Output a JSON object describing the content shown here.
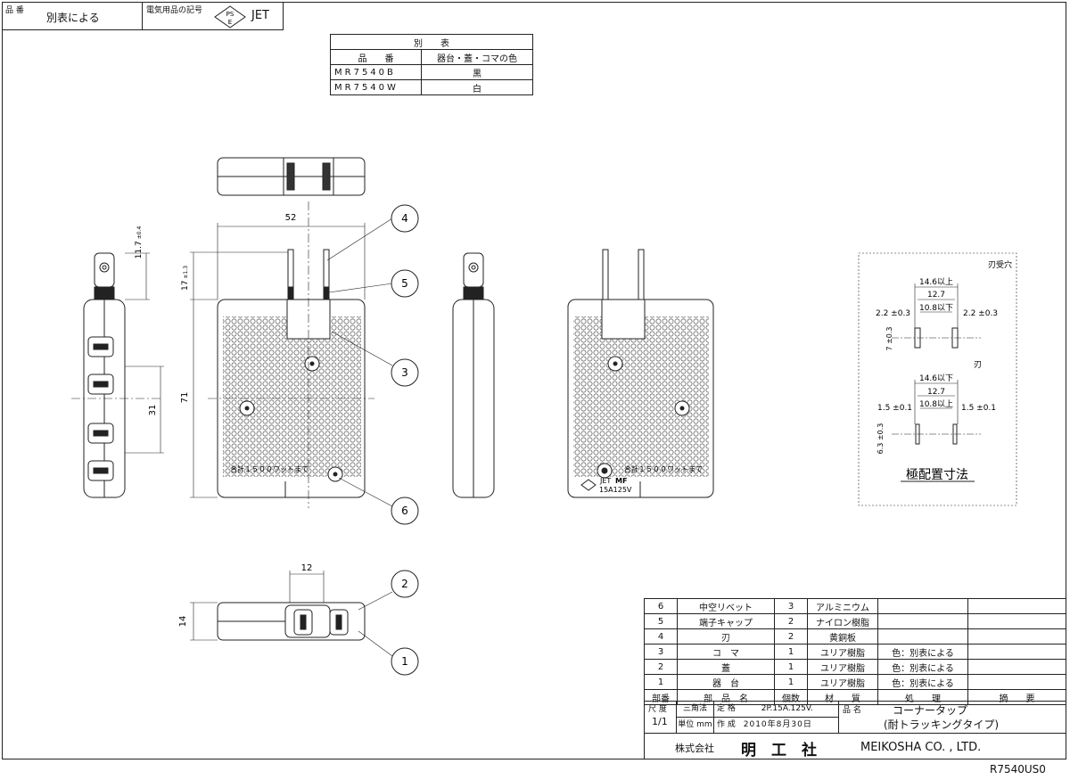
{
  "header": {
    "hinban_label": "品 番",
    "hinban_value": "別表による",
    "mark_label": "電気用品の記号",
    "pse_text": "PS E",
    "jet_text": "JET"
  },
  "variants_table": {
    "title": "別　　表",
    "col_hinban": "品　　番",
    "col_color": "器台・蓋・コマの色",
    "rows": [
      {
        "code": "MR7540B",
        "color": "黒"
      },
      {
        "code": "MR7540W",
        "color": "白"
      }
    ]
  },
  "dimensions": {
    "width_52": "52",
    "height_71": "71",
    "prong_17": "17",
    "prong_17_tol": "±1.3",
    "cap_11_7": "11.7",
    "cap_11_7_tol": "±0.4",
    "pitch_31": "31",
    "thickness_14": "14",
    "gap_12": "12"
  },
  "balloons": [
    "4",
    "5",
    "3",
    "6",
    "2",
    "1"
  ],
  "front_text": "合計１５００ワットまで",
  "back_text": "合計１５００ワットまで",
  "back_marks": {
    "jet": "JET",
    "mf": "MF",
    "rating": "15A125V",
    "pse": "PS E"
  },
  "pole_detail": {
    "title": "極配置寸法",
    "socket_label": "刃受穴",
    "blade_label": "刃",
    "s_14_6": "14.6以上",
    "s_12_7": "12.7",
    "s_10_8": "10.8以下",
    "s_2_2_left": "2.2 ±0.3",
    "s_2_2_right": "2.2 ±0.3",
    "s_7": "7 ±0.3",
    "b_14_6": "14.6以下",
    "b_12_7": "12.7",
    "b_10_8": "10.8以上",
    "b_1_5_left": "1.5 ±0.1",
    "b_1_5_right": "1.5 ±0.1",
    "b_6_3": "6.3 ±0.3"
  },
  "parts": {
    "rows": [
      {
        "no": "6",
        "name": "中空リベット",
        "qty": "3",
        "material": "アルミニウム",
        "treatment": "",
        "note": ""
      },
      {
        "no": "5",
        "name": "端子キャップ",
        "qty": "2",
        "material": "ナイロン樹脂",
        "treatment": "",
        "note": ""
      },
      {
        "no": "4",
        "name": "刃",
        "qty": "2",
        "material": "黄銅板",
        "treatment": "",
        "note": ""
      },
      {
        "no": "3",
        "name": "コ　マ",
        "qty": "1",
        "material": "ユリア樹脂",
        "treatment": "色：別表による",
        "note": ""
      },
      {
        "no": "2",
        "name": "蓋",
        "qty": "1",
        "material": "ユリア樹脂",
        "treatment": "色：別表による",
        "note": ""
      },
      {
        "no": "1",
        "name": "器　台",
        "qty": "1",
        "material": "ユリア樹脂",
        "treatment": "色：別表による",
        "note": ""
      }
    ],
    "head": {
      "no": "部番",
      "name": "部　品　名",
      "qty": "個数",
      "material": "材　　質",
      "treatment": "処　　理",
      "note": "摘　　要"
    }
  },
  "title_block": {
    "scale_label": "尺 度",
    "scale_value": "1/1",
    "method": "三角法",
    "rating_label": "定 格",
    "rating_value": "2P.15A.125V.",
    "product_label": "品 名",
    "product_line1": "コーナータップ",
    "product_line2": "(耐トラッキングタイプ)",
    "unit": "単位 mm",
    "created_label": "作 成",
    "created_date": "2010年8月30日",
    "company_jp_prefix": "株式会社",
    "company_jp": "明　工　社",
    "company_en": "MEIKOSHA CO. , LTD."
  },
  "drawing_no": "R7540US0"
}
